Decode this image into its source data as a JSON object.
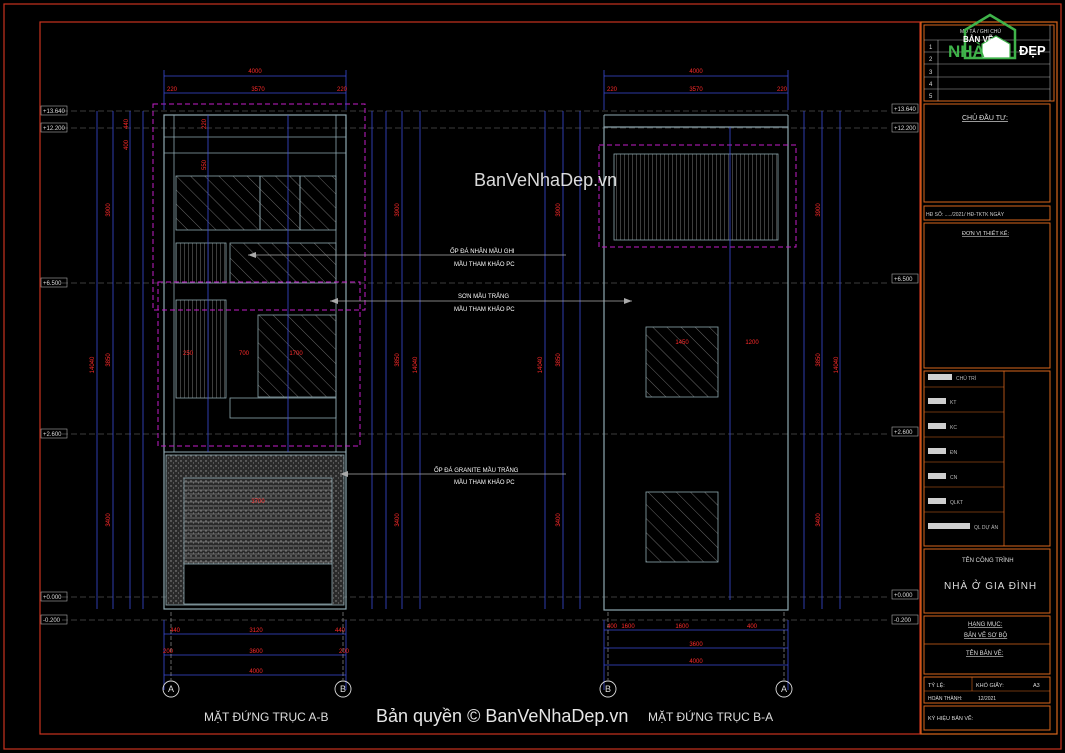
{
  "colors": {
    "background": "#000000",
    "frame": "#c8321e",
    "block": "#d8661c",
    "dim": "#3a4cd8",
    "dimtext": "#ff2a2a",
    "outline": "#8ea8b0",
    "magenta": "#c21ec8",
    "guide": "#7a7a7a",
    "hatch": "#6a6a6a",
    "watermark": "#ffffff"
  },
  "watermarks": {
    "center": "BanVeNhaDep.vn",
    "bottom": "Bản quyền © BanVeNhaDep.vn"
  },
  "logo": {
    "line1": "BẢN VẼ",
    "line2": "NHÀ",
    "line3": "ĐẸP"
  },
  "views": {
    "left_title": "MẶT ĐỨNG TRỤC A-B",
    "right_title": "MẶT ĐỨNG TRỤC B-A",
    "left_axes": [
      "A",
      "B"
    ],
    "right_axes": [
      "B",
      "A"
    ]
  },
  "level_tags_left": [
    "+13.640",
    "+12.200",
    "+6.500",
    "+2.600",
    "+0.000",
    "-0.200"
  ],
  "level_tags_right": [
    "+13.640",
    "+12.200",
    "+6.500",
    "+2.600",
    "+0.000",
    "-0.200"
  ],
  "notes": [
    {
      "line1": "ỐP ĐÁ NHÂN MẦU GHI",
      "line2": "MẦU THAM KHẢO PC"
    },
    {
      "line1": "SƠN MẦU TRẮNG",
      "line2": "MẦU THAM KHẢO PC"
    },
    {
      "line1": "ỐP ĐÁ GRANITE MẦU TRẮNG",
      "line2": "MẦU THAM KHẢO PC"
    }
  ],
  "dims": {
    "left_top_total": "4000",
    "left_top_parts": [
      "220",
      "3570",
      "220"
    ],
    "left_bottom_parts": [
      "440",
      "3120",
      "440"
    ],
    "left_bottom_sub": [
      "200",
      "3600",
      "200"
    ],
    "left_bottom_total": "4000",
    "right_top_total": "4000",
    "right_top_parts": [
      "220",
      "3570",
      "220"
    ],
    "right_bottom_parts": [
      "400",
      "1600",
      "1600",
      "400"
    ],
    "right_bottom_sub": "3600",
    "right_bottom_total": "4000",
    "vertical_total": "14040",
    "vertical_segment_a": "3900",
    "vertical_segment_b": "3850",
    "vertical_segment_c": "3400",
    "segments_small": [
      "440",
      "400",
      "220",
      "550",
      "250",
      "700",
      "1700",
      "3700",
      "1450",
      "1200"
    ]
  },
  "title_block": {
    "revision_rows": [
      "1",
      "2",
      "3",
      "4",
      "5"
    ],
    "rev_header": "MÔ TẢ / GHI CHÚ",
    "owner_label": "CHỦ ĐẦU TƯ:",
    "contract_line": "HĐ SỐ: ...../2021/ HĐ-TKTK NGÀY",
    "design_unit": "ĐƠN VỊ THIẾT KẾ:",
    "staff_rows": [
      "CHỦ TRÌ",
      "KT",
      "KC",
      "ĐN",
      "CN",
      "QLKT",
      "QL DỰ ÁN"
    ],
    "project_label": "TÊN CÔNG TRÌNH",
    "project_name": "NHÀ Ở GIA ĐÌNH",
    "category_label": "HẠNG MỤC:",
    "category": "BẢN VẼ SƠ BỘ",
    "drawing_label": "TÊN BẢN VẼ:",
    "scale_label": "TỶ LỆ:",
    "paper_label": "KHỔ GIẤY:",
    "paper_value": "A3",
    "finish_label": "HOÀN THÀNH:",
    "finish_value": "12/2021",
    "sign_label": "KÝ HIỆU BẢN VẼ:"
  }
}
